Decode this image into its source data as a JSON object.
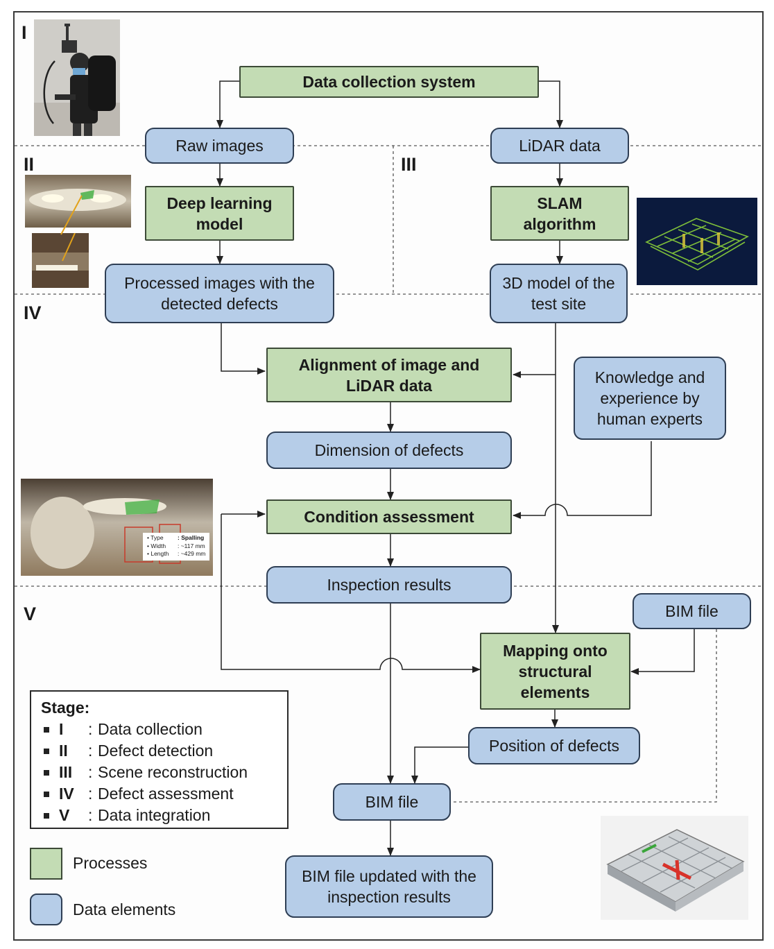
{
  "stages": {
    "s1": "I",
    "s2": "II",
    "s3": "III",
    "s4": "IV",
    "s5": "V"
  },
  "nodes": {
    "data_collection": "Data collection system",
    "raw_images": "Raw images",
    "lidar_data": "LiDAR data",
    "deep_learning": "Deep learning model",
    "slam": "SLAM algorithm",
    "processed_images": "Processed images with the detected defects",
    "model_3d": "3D model of the test site",
    "alignment": "Alignment of image and LiDAR data",
    "knowledge": "Knowledge and experience by human experts",
    "dimension": "Dimension of defects",
    "condition": "Condition assessment",
    "inspection": "Inspection results",
    "bim_file_input": "BIM file",
    "mapping": "Mapping onto structural elements",
    "position": "Position of defects",
    "bim_file": "BIM file",
    "bim_updated": "BIM file updated with the inspection results"
  },
  "photo_labels": {
    "type_key": "• Type",
    "type_val": ": Spalling",
    "width_key": "• Width",
    "width_val": ": ~117 mm",
    "length_key": "• Length",
    "length_val": ": ~429 mm"
  },
  "legend": {
    "title": "Stage:",
    "items": [
      {
        "num": "I",
        "label": "Data collection"
      },
      {
        "num": "II",
        "label": "Defect detection"
      },
      {
        "num": "III",
        "label": "Scene reconstruction"
      },
      {
        "num": "IV",
        "label": "Defect assessment"
      },
      {
        "num": "V",
        "label": "Data integration"
      }
    ],
    "processes": "Processes",
    "data_elements": "Data elements"
  },
  "colors": {
    "process": "#c3dcb4",
    "data": "#b6cde8",
    "border": "#2e3e54"
  }
}
